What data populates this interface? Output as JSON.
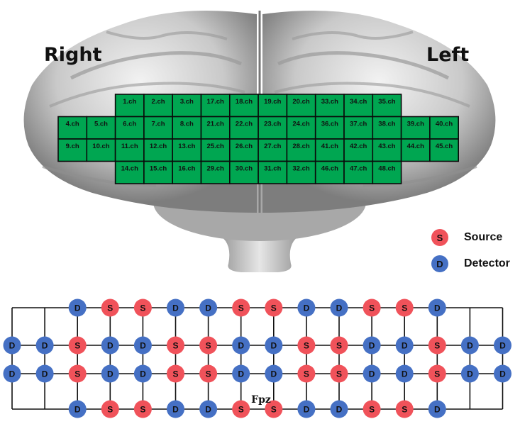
{
  "labels": {
    "right": "Right",
    "left": "Left"
  },
  "legend": {
    "source": {
      "letter": "S",
      "label": "Source"
    },
    "detector": {
      "letter": "D",
      "label": "Detector"
    }
  },
  "colors": {
    "source": "#f0525a",
    "detector": "#4570c4",
    "channel": "#00a651",
    "line": "#111111"
  },
  "channel_rows": [
    [
      "",
      "",
      "1.ch",
      "2.ch",
      "3.ch",
      "17.ch",
      "18.ch",
      "19.ch",
      "20.ch",
      "33.ch",
      "34.ch",
      "35.ch",
      "",
      "",
      ""
    ],
    [
      "4.ch",
      "5.ch",
      "6.ch",
      "7.ch",
      "8.ch",
      "21.ch",
      "22.ch",
      "23.ch",
      "24.ch",
      "36.ch",
      "37.ch",
      "38.ch",
      "39.ch",
      "40.ch",
      ""
    ],
    [
      "9.ch",
      "10.ch",
      "11.ch",
      "12.ch",
      "13.ch",
      "25.ch",
      "26.ch",
      "27.ch",
      "28.ch",
      "41.ch",
      "42.ch",
      "43.ch",
      "44.ch",
      "45.ch",
      ""
    ],
    [
      "",
      "",
      "14.ch",
      "15.ch",
      "16.ch",
      "29.ch",
      "30.ch",
      "31.ch",
      "32.ch",
      "46.ch",
      "47.ch",
      "48.ch",
      "",
      "",
      ""
    ]
  ],
  "optode_rows": [
    [
      "",
      "",
      "D",
      "S",
      "S",
      "D",
      "D",
      "S",
      "S",
      "D",
      "D",
      "S",
      "S",
      "D",
      "",
      ""
    ],
    [
      "D",
      "D",
      "S",
      "D",
      "D",
      "S",
      "S",
      "D",
      "D",
      "S",
      "S",
      "D",
      "D",
      "S",
      "D",
      "D"
    ],
    [
      "D",
      "D",
      "S",
      "D",
      "D",
      "S",
      "S",
      "D",
      "D",
      "S",
      "S",
      "D",
      "D",
      "S",
      "D",
      "D"
    ],
    [
      "",
      "",
      "D",
      "S",
      "S",
      "D",
      "D",
      "S",
      "S",
      "D",
      "D",
      "S",
      "S",
      "D",
      "",
      ""
    ]
  ],
  "fpz_label": "Fpz"
}
